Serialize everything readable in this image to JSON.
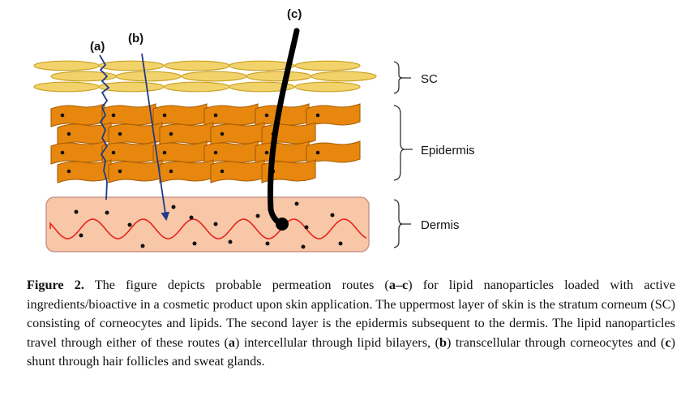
{
  "diagram": {
    "layer_labels": {
      "sc": "SC",
      "epidermis": "Epidermis",
      "dermis": "Dermis"
    },
    "route_labels": {
      "a": "(a)",
      "b": "(b)",
      "c": "(c)"
    },
    "colors": {
      "sc_cell_fill": "#f2d36b",
      "sc_cell_stroke": "#c9a227",
      "epidermis_fill": "#e8870e",
      "epidermis_stroke": "#a65c00",
      "dermis_fill": "#f8c7a8",
      "dermis_stroke": "#c9968a",
      "wave": "#e8231b",
      "route_a": "#1f3a8a",
      "route_b": "#1f3a8a",
      "route_c": "#000000"
    }
  },
  "caption": {
    "figure_label": "Figure 2.",
    "part1": " The figure depicts probable permeation routes (",
    "range": "a–c",
    "part2": ") for lipid nanoparticles loaded with active ingredients/bioactive in a cosmetic product upon skin application. The uppermost layer of skin is the stratum corneum (SC) consisting of corneocytes and lipids. The second layer is the epidermis subsequent to the dermis. The lipid nanoparticles travel through either of these routes (",
    "ra": "a",
    "part3": ") intercellular through lipid bilayers, (",
    "rb": "b",
    "part4": ") transcellular through corneocytes and (",
    "rc": "c",
    "part5": ") shunt through hair follicles and sweat glands."
  }
}
